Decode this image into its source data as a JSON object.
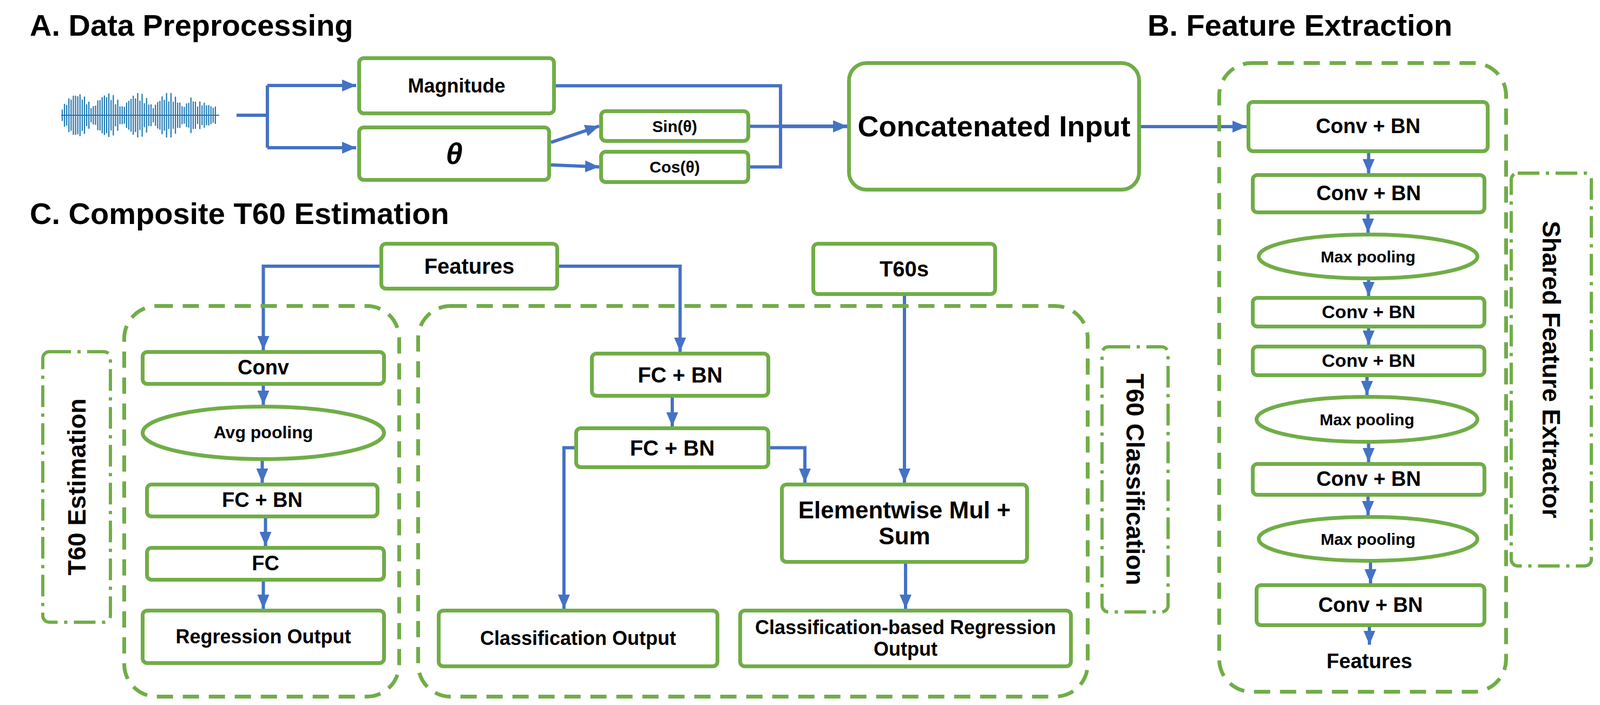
{
  "diagram": {
    "nodes": [
      {
        "text": [
          "Magnitude"
        ]
      },
      {
        "text": [
          "θ"
        ]
      },
      {
        "text": [
          "Sin(θ)"
        ]
      },
      {
        "text": [
          "Cos(θ)"
        ]
      },
      {
        "text": [
          "Concatenated Input"
        ]
      },
      {
        "text": [
          "Shared Feature Extractor"
        ]
      },
      {
        "text": [
          "Conv + BN"
        ],
        "in": 5
      },
      {
        "text": [
          "Conv + BN"
        ],
        "in": 5
      },
      {
        "text": [
          "Max pooling"
        ],
        "in": 5
      },
      {
        "text": [
          "Conv + BN"
        ],
        "in": 5
      },
      {
        "text": [
          "Conv + BN"
        ],
        "in": 5
      },
      {
        "text": [
          "Max pooling"
        ],
        "in": 5
      },
      {
        "text": [
          "Conv + BN"
        ],
        "in": 5
      },
      {
        "text": [
          "Max pooling"
        ],
        "in": 5
      },
      {
        "text": [
          "Conv + BN"
        ],
        "in": 5
      },
      {
        "text": [
          "Features"
        ],
        "in": 5
      },
      {
        "text": [
          "Features"
        ]
      },
      {
        "text": [
          "T60s"
        ]
      },
      {
        "text": [
          "T60 Estimation"
        ]
      },
      {
        "text": [
          "Conv"
        ],
        "in": 18
      },
      {
        "text": [
          "Avg pooling"
        ],
        "in": 18
      },
      {
        "text": [
          "FC + BN"
        ],
        "in": 18
      },
      {
        "text": [
          "FC"
        ],
        "in": 18
      },
      {
        "text": [
          "Regression Output"
        ],
        "in": 18
      },
      {
        "text": [
          "T60 Classification"
        ]
      },
      {
        "text": [
          "FC + BN"
        ],
        "in": 24
      },
      {
        "text": [
          "FC + BN"
        ],
        "in": 24
      },
      {
        "text": [
          "Elementwise Mul + Sum"
        ],
        "in": 24
      },
      {
        "text": [
          "Classification Output"
        ],
        "in": 24
      },
      {
        "text": [
          "Classification-based Regression Output"
        ],
        "in": 24
      }
    ],
    "edges": [
      {
        "from": 0,
        "to": 4,
        "arrow": "to"
      },
      {
        "from": 1,
        "to": 2,
        "arrow": "to"
      },
      {
        "from": 1,
        "to": 3,
        "arrow": "to"
      },
      {
        "from": 2,
        "to": 4,
        "arrow": "to"
      },
      {
        "from": 3,
        "to": 4,
        "arrow": "to"
      },
      {
        "from": 4,
        "to": 6,
        "arrow": "to"
      },
      {
        "from": 6,
        "to": 7,
        "arrow": "to"
      },
      {
        "from": 7,
        "to": 8,
        "arrow": "to"
      },
      {
        "from": 8,
        "to": 9,
        "arrow": "to"
      },
      {
        "from": 9,
        "to": 10,
        "arrow": "to"
      },
      {
        "from": 10,
        "to": 11,
        "arrow": "to"
      },
      {
        "from": 11,
        "to": 12,
        "arrow": "to"
      },
      {
        "from": 12,
        "to": 13,
        "arrow": "to"
      },
      {
        "from": 13,
        "to": 14,
        "arrow": "to"
      },
      {
        "from": 14,
        "to": 15,
        "arrow": "to"
      },
      {
        "from": 16,
        "to": 19,
        "arrow": "to"
      },
      {
        "from": 16,
        "to": 25,
        "arrow": "to"
      },
      {
        "from": 19,
        "to": 20,
        "arrow": "to"
      },
      {
        "from": 20,
        "to": 21,
        "arrow": "to"
      },
      {
        "from": 21,
        "to": 22,
        "arrow": "to"
      },
      {
        "from": 22,
        "to": 23,
        "arrow": "to"
      },
      {
        "from": 25,
        "to": 26,
        "arrow": "to"
      },
      {
        "from": 26,
        "to": 27,
        "arrow": "to"
      },
      {
        "from": 26,
        "to": 28,
        "arrow": "to"
      },
      {
        "from": 17,
        "to": 27,
        "arrow": "to"
      },
      {
        "from": 27,
        "to": 29,
        "arrow": "to"
      }
    ],
    "labels": [
      "A. Data Preprocessing",
      "B. Feature Extraction",
      "C. Composite T60 Estimation"
    ]
  }
}
